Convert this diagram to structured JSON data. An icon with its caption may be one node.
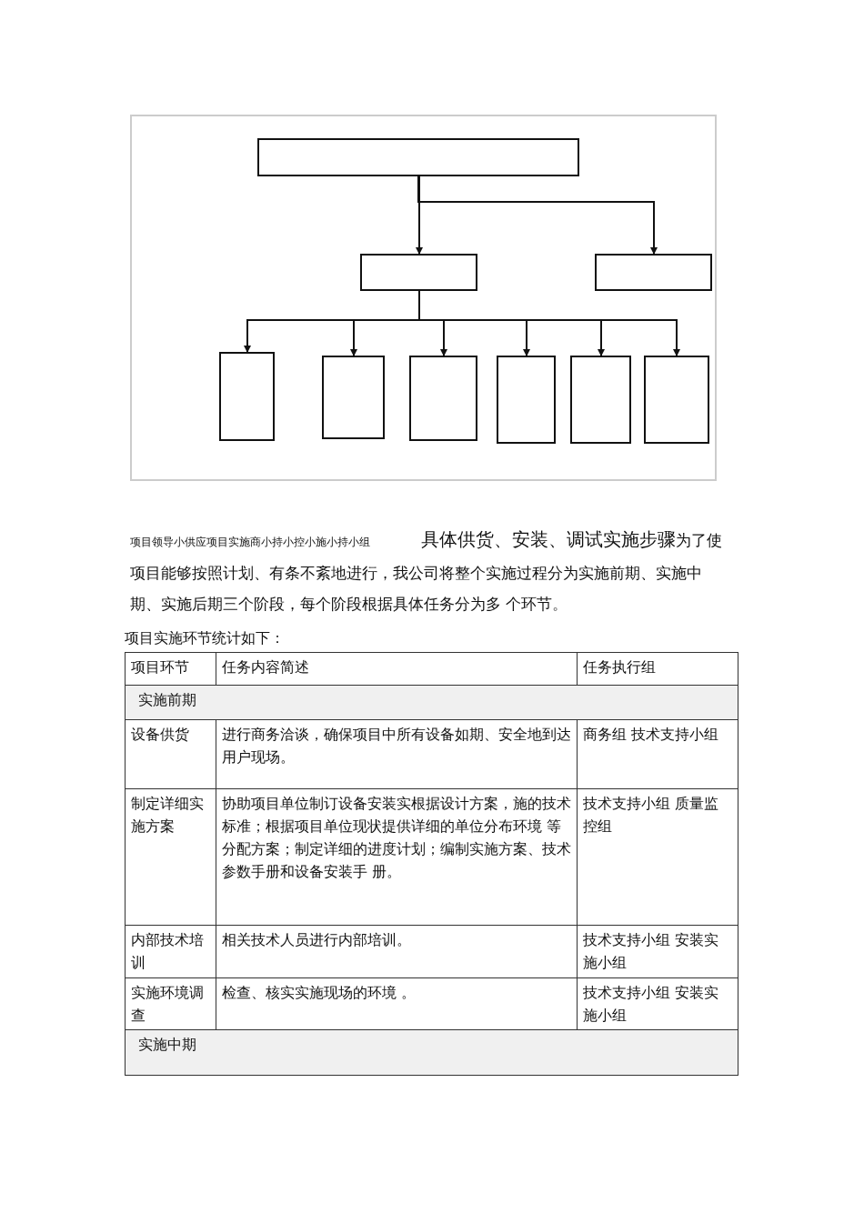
{
  "diagram": {
    "nodes": [
      {
        "text": [],
        "shape": "box"
      },
      {
        "text": [],
        "shape": "box"
      },
      {
        "text": [],
        "shape": "box"
      },
      {
        "text": [],
        "shape": "box"
      },
      {
        "text": [],
        "shape": "box"
      },
      {
        "text": [],
        "shape": "box"
      },
      {
        "text": [],
        "shape": "box"
      },
      {
        "text": [],
        "shape": "box"
      },
      {
        "text": [],
        "shape": "box"
      }
    ],
    "edges": [
      {
        "from": 0,
        "to": 1,
        "arrow": "to"
      },
      {
        "from": 0,
        "to": 2,
        "arrow": "to"
      },
      {
        "from": 1,
        "to": 3,
        "arrow": "to"
      },
      {
        "from": 1,
        "to": 4,
        "arrow": "to"
      },
      {
        "from": 1,
        "to": 5,
        "arrow": "to"
      },
      {
        "from": 1,
        "to": 6,
        "arrow": "to"
      },
      {
        "from": 1,
        "to": 7,
        "arrow": "to"
      },
      {
        "from": 1,
        "to": 8,
        "arrow": "to"
      }
    ],
    "labels": [
      "项目领导小供应项目实施商小持小控小施小持小组",
      "具体供货、安装、调试实施步骤",
      "为了使项目能够按照计划、有条不紊地进行，我公司将整个实施过程分为实施前期、实施中期、实施后期三个阶段，每个阶段根据具体任务分为多 个环节。",
      "项目实施环节统计如下：",
      "项目环节",
      "任务内容简述",
      "任务执行组",
      "实施前期",
      "设备供货",
      "进行商务洽谈，确保项目中所有设备如期、安全地到达用户现场。",
      "商务组 技术支持小组",
      "制定详细实施方案",
      "协助项目单位制订设备安装实根据设计方案，施的技术标准；根据项目单位现状提供详细的单位分布环境 等分配方案；制定详细的进度计划；编制实施方案、技术参数手册和设备安装手 册。",
      "技术支持小组 质量监控组",
      "内部技术培训",
      "相关技术人员进行内部培训。",
      "技术支持小组 安装实施小组",
      "实施环境调查",
      "检查、核实实施现场的环境 。",
      "技术支持小组 安装实施小组",
      "实施中期"
    ]
  }
}
